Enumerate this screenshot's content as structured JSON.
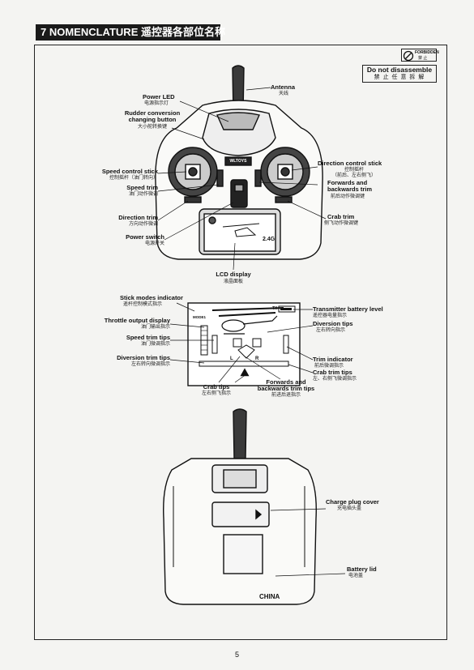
{
  "header": {
    "title": "7 NOMENCLATURE 遥控器各部位名称"
  },
  "warning": {
    "badge_en": "FORBIDDEN",
    "badge_cn": "禁 止",
    "title": "Do not disassemble",
    "subtitle": "禁 止 任 意 拆 解"
  },
  "front_view": {
    "brand": "WLTOYS",
    "lcd_value": "2.4G",
    "labels": {
      "antenna": {
        "en": "Antenna",
        "cn": "天线"
      },
      "power_led": {
        "en": "Power LED",
        "cn": "电源指示灯"
      },
      "rudder": {
        "en": "Rudder conversion\nchanging button",
        "cn": "大小舵转换键"
      },
      "speed_stick": {
        "en": "Speed control stick",
        "cn": "控制摇杆（油门转向）"
      },
      "speed_trim": {
        "en": "Speed trim",
        "cn": "油门动作微调"
      },
      "direction_trim": {
        "en": "Direction trim",
        "cn": "方向动作微调"
      },
      "power_switch": {
        "en": "Power switch",
        "cn": "电源开关"
      },
      "lcd": {
        "en": "LCD display",
        "cn": "液晶面板"
      },
      "direction_stick": {
        "en": "Direction control stick",
        "cn": "控制摇杆\n（前后、左右侧飞）"
      },
      "fb_trim": {
        "en": "Forwards and\nbackwards trim",
        "cn": "前后动作微调键"
      },
      "crab_trim": {
        "en": "Crab trim",
        "cn": "侧飞动作微调键"
      }
    }
  },
  "lcd_view": {
    "mode_text": "MODE1",
    "tx_text": "TX",
    "l_text": "L",
    "r_text": "R",
    "labels": {
      "stick_modes": {
        "en": "Stick modes indicator",
        "cn": "遥杆控制模式指示"
      },
      "throttle_output": {
        "en": "Throttle output display",
        "cn": "油门输出指示"
      },
      "speed_trim_tips": {
        "en": "Speed trim tips",
        "cn": "油门微调指示"
      },
      "diversion_trim_tips": {
        "en": "Diversion trim tips",
        "cn": "左右转向微调指示"
      },
      "crab_tips": {
        "en": "Crab tips",
        "cn": "左右侧飞指示"
      },
      "fb_trim_tips": {
        "en": "Forwards and\nbackwards trim tips",
        "cn": "前进后退指示"
      },
      "battery_level": {
        "en": "Transmitter battery level",
        "cn": "遥控器电量指示"
      },
      "diversion_tips": {
        "en": "Diversion tips",
        "cn": "左右转向指示"
      },
      "trim_indicator": {
        "en": "Trim indicator",
        "cn": "前后微调指示"
      },
      "crab_trim_tips": {
        "en": "Crab trim tips",
        "cn": "左、右侧飞微调指示"
      }
    }
  },
  "back_view": {
    "china_text": "CHINA",
    "labels": {
      "charge_plug": {
        "en": "Charge plug cover",
        "cn": "充电插头盖"
      },
      "battery_lid": {
        "en": "Battery lid",
        "cn": "电池盖"
      }
    }
  },
  "page": {
    "number": "5"
  }
}
